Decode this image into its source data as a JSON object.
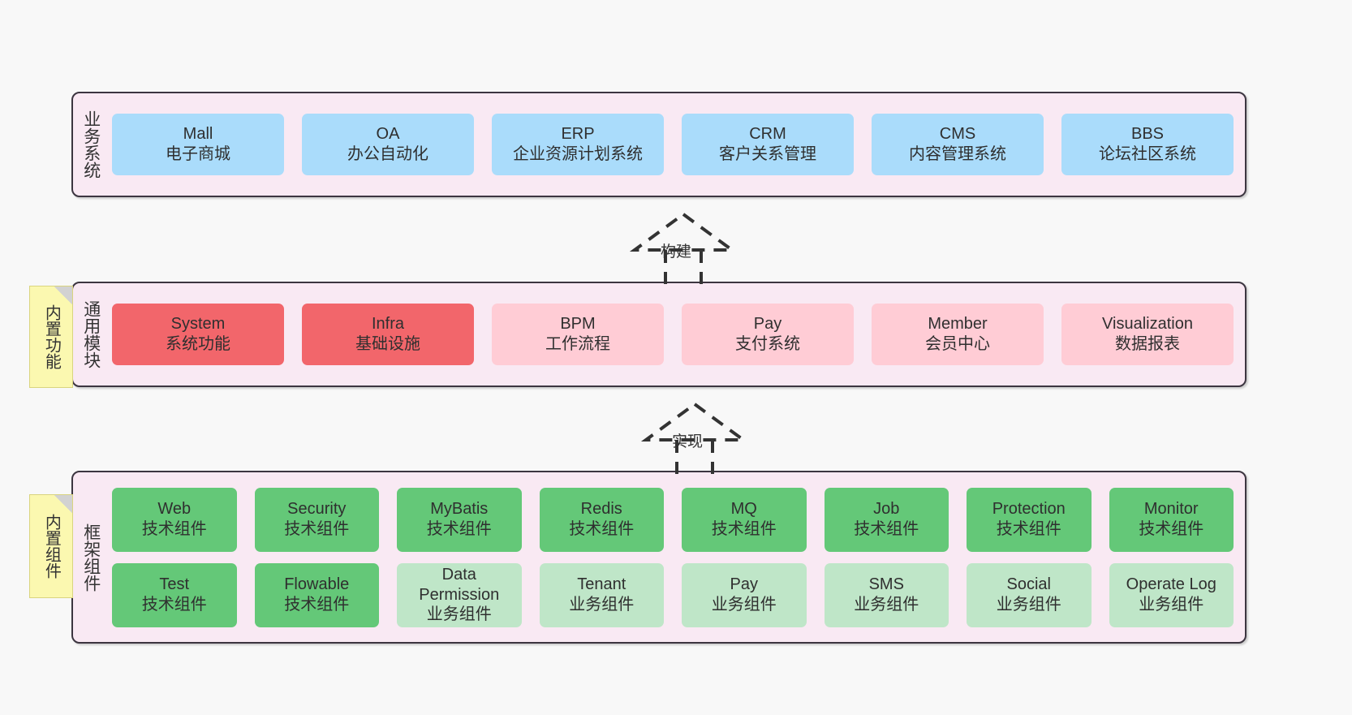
{
  "layers": [
    {
      "id": "business",
      "title": "业务系统",
      "rows": [
        [
          {
            "l1": "Mall",
            "l2": "电子商城",
            "color": "#aadcfb"
          },
          {
            "l1": "OA",
            "l2": "办公自动化",
            "color": "#aadcfb"
          },
          {
            "l1": "ERP",
            "l2": "企业资源计划系统",
            "color": "#aadcfb"
          },
          {
            "l1": "CRM",
            "l2": "客户关系管理",
            "color": "#aadcfb"
          },
          {
            "l1": "CMS",
            "l2": "内容管理系统",
            "color": "#aadcfb"
          },
          {
            "l1": "BBS",
            "l2": "论坛社区系统",
            "color": "#aadcfb"
          }
        ]
      ]
    },
    {
      "id": "common",
      "title": "通用模块",
      "rows": [
        [
          {
            "l1": "System",
            "l2": "系统功能",
            "color": "#f2666b"
          },
          {
            "l1": "Infra",
            "l2": "基础设施",
            "color": "#f2666b"
          },
          {
            "l1": "BPM",
            "l2": "工作流程",
            "color": "#ffccd5"
          },
          {
            "l1": "Pay",
            "l2": "支付系统",
            "color": "#ffccd5"
          },
          {
            "l1": "Member",
            "l2": "会员中心",
            "color": "#ffccd5"
          },
          {
            "l1": "Visualization",
            "l2": "数据报表",
            "color": "#ffccd5"
          }
        ]
      ]
    },
    {
      "id": "framework",
      "title": "框架组件",
      "rows": [
        [
          {
            "l1": "Web",
            "l2": "技术组件",
            "color": "#64c878"
          },
          {
            "l1": "Security",
            "l2": "技术组件",
            "color": "#64c878"
          },
          {
            "l1": "MyBatis",
            "l2": "技术组件",
            "color": "#64c878"
          },
          {
            "l1": "Redis",
            "l2": "技术组件",
            "color": "#64c878"
          },
          {
            "l1": "MQ",
            "l2": "技术组件",
            "color": "#64c878"
          },
          {
            "l1": "Job",
            "l2": "技术组件",
            "color": "#64c878"
          },
          {
            "l1": "Protection",
            "l2": "技术组件",
            "color": "#64c878"
          },
          {
            "l1": "Monitor",
            "l2": "技术组件",
            "color": "#64c878"
          }
        ],
        [
          {
            "l1": "Test",
            "l2": "技术组件",
            "color": "#64c878"
          },
          {
            "l1": "Flowable",
            "l2": "技术组件",
            "color": "#64c878"
          },
          {
            "l1": "Data Permission",
            "l2": "业务组件",
            "color": "#bfe6c8"
          },
          {
            "l1": "Tenant",
            "l2": "业务组件",
            "color": "#bfe6c8"
          },
          {
            "l1": "Pay",
            "l2": "业务组件",
            "color": "#bfe6c8"
          },
          {
            "l1": "SMS",
            "l2": "业务组件",
            "color": "#bfe6c8"
          },
          {
            "l1": "Social",
            "l2": "业务组件",
            "color": "#bfe6c8"
          },
          {
            "l1": "Operate Log",
            "l2": "业务组件",
            "color": "#bfe6c8"
          }
        ]
      ]
    }
  ],
  "notes": [
    {
      "id": "note-common",
      "text": "内置功能"
    },
    {
      "id": "note-framework",
      "text": "内置组件"
    }
  ],
  "arrows": [
    {
      "id": "arrow-build",
      "label": "构建"
    },
    {
      "id": "arrow-impl",
      "label": "实现"
    }
  ],
  "colors": {
    "canvas": "#f8f8f8",
    "layer_background": "#f9e9f3",
    "layer_border": "#3c3540",
    "business_cell": "#aadcfb",
    "common_primary": "#f2666b",
    "common_secondary": "#ffccd5",
    "tech_component": "#64c878",
    "business_component": "#bfe6c8",
    "note_background": "#fbf8b0",
    "arrow_stroke": "#333333"
  }
}
